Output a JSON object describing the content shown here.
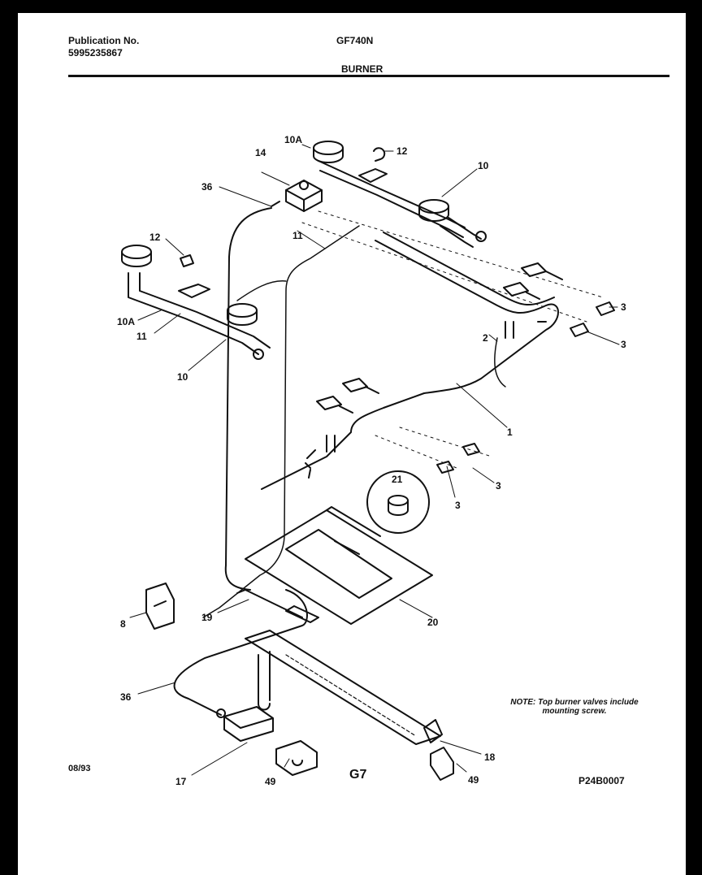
{
  "header": {
    "publication_label": "Publication No.",
    "publication_number": "5995235867",
    "model": "GF740N",
    "section": "BURNER"
  },
  "callouts": {
    "c10a_top": "10A",
    "c14": "14",
    "c12_top": "12",
    "c10_top": "10",
    "c36_top": "36",
    "c11_top": "11",
    "c12_left": "12",
    "c10a_left": "10A",
    "c11_left": "11",
    "c10_left": "10",
    "c3_a": "3",
    "c3_b": "3",
    "c2": "2",
    "c1": "1",
    "c21": "21",
    "c3_c": "3",
    "c3_d": "3",
    "c8": "8",
    "c19": "19",
    "c20": "20",
    "c36_bottom": "36",
    "c18": "18",
    "c17": "17",
    "c49_left": "49",
    "c49_right": "49"
  },
  "note": "NOTE: Top burner valves include mounting screw.",
  "reference_code": "P24B0007",
  "footer": {
    "date": "08/93",
    "page": "G7"
  }
}
